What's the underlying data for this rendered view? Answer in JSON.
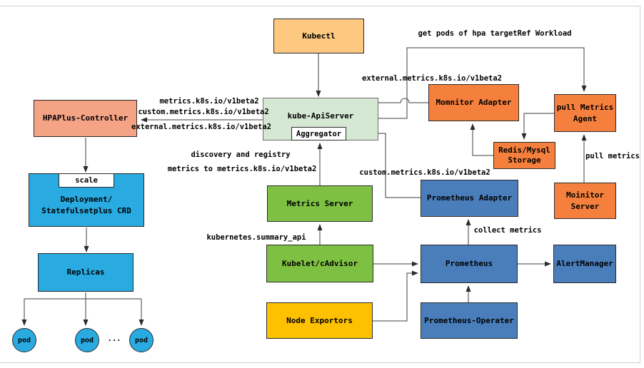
{
  "diagram": {
    "title_hint": "Kubernetes HPA metrics architecture",
    "nodes": {
      "kubectl": {
        "label": "Kubectl"
      },
      "hpaplus_controller": {
        "label": "HPAPlus-Controller"
      },
      "kube_apiserver": {
        "label": "kube-ApiServer"
      },
      "aggregator": {
        "label": "Aggregator"
      },
      "momnitor_adapter": {
        "label": "Momnitor Adapter"
      },
      "pull_metrics_agent": {
        "label": "pull Metrics\nAgent"
      },
      "redis_mysql_storage": {
        "label": "Redis/Mysql\nStorage"
      },
      "metrics_server": {
        "label": "Metrics Server"
      },
      "prometheus_adapter": {
        "label": "Prometheus Adapter"
      },
      "moinitor_server": {
        "label": "Moinitor\nServer"
      },
      "scale_badge": {
        "label": "scale"
      },
      "deployment_crd": {
        "label": "Deployment/\nStatefulsetplus CRD"
      },
      "kubelet_cadvisor": {
        "label": "Kubelet/cAdvisor"
      },
      "prometheus": {
        "label": "Prometheus"
      },
      "alertmanager": {
        "label": "AlertManager"
      },
      "replicas": {
        "label": "Replicas"
      },
      "node_exportors": {
        "label": "Node Exportors"
      },
      "prometheus_operater": {
        "label": "Prometheus-Operater"
      },
      "pod_1": {
        "label": "pod"
      },
      "pod_2": {
        "label": "pod"
      },
      "pod_3": {
        "label": "pod"
      },
      "pods_ellipsis": "..."
    },
    "edge_labels": {
      "get_pods": "get pods of hpa targetRef Workload",
      "external_metrics_top": "external.metrics.k8s.io/v1beta2",
      "metrics_left": "metrics.k8s.io/v1beta2",
      "custom_metrics_left": "custom.metrics.k8s.io/v1beta2",
      "external_metrics_left": "external.metrics.k8s.io/v1beta2",
      "discovery_line1": "discovery and registry",
      "discovery_line2": "metrics to metrics.k8s.io/v1beta2",
      "custom_metrics_right": "custom.metrics.k8s.io/v1beta2",
      "collect_metrics": "collect metrics",
      "kubernetes_summary_api": "kubernetes.summary_api",
      "pull_metrics": "pull metrics"
    },
    "colors": {
      "tan_box": "#fdc87f",
      "salmon_box": "#f5a385",
      "pale_green_box": "#d5e8d4",
      "orange_box": "#f5803e",
      "green_box": "#7ec142",
      "blue_box": "#4a7ebb",
      "cyan_box": "#29abe2",
      "gold_box": "#fdc101",
      "wire": "#3c3c3c"
    }
  }
}
